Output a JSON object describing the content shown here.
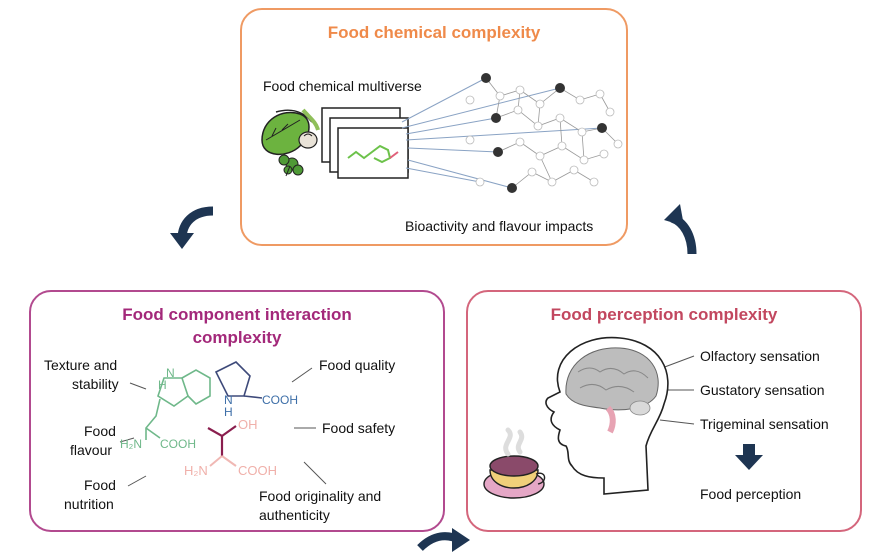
{
  "top_panel": {
    "title": "Food chemical complexity",
    "multiverse_label": "Food chemical multiverse",
    "bioactivity_label": "Bioactivity and flavour impacts",
    "accent": "#ef9a63"
  },
  "left_panel": {
    "title_line1": "Food component interaction",
    "title_line2": "complexity",
    "texture_line1": "Texture and",
    "texture_line2": "stability",
    "flavour_line1": "Food",
    "flavour_line2": "flavour",
    "nutrition_line1": "Food",
    "nutrition_line2": "nutrition",
    "quality": "Food quality",
    "safety": "Food safety",
    "originality_line1": "Food originality and",
    "originality_line2": "authenticity",
    "mol_nh": "N",
    "mol_h": "H",
    "mol_h2n_1": "H₂N",
    "mol_cooh_1": "COOH",
    "mol_n": "N",
    "mol_h2": "H",
    "mol_cooh_2": "COOH",
    "mol_oh": "OH",
    "mol_h2n_3": "H₂N",
    "mol_cooh_3": "COOH",
    "accent": "#b24a8f"
  },
  "right_panel": {
    "title": "Food perception complexity",
    "olfactory": "Olfactory sensation",
    "gustatory": "Gustatory sensation",
    "trigeminal": "Trigeminal sensation",
    "perception": "Food perception",
    "accent": "#d4667c"
  },
  "icons": {
    "herbs": "herbs-icon",
    "molecule_cards": "molecule-cards-icon",
    "network": "molecular-network-icon",
    "head": "human-head-brain-icon",
    "cup": "tea-cup-icon",
    "cycle_arrow": "curved-arrow-icon",
    "down_arrow": "down-arrow-icon"
  }
}
